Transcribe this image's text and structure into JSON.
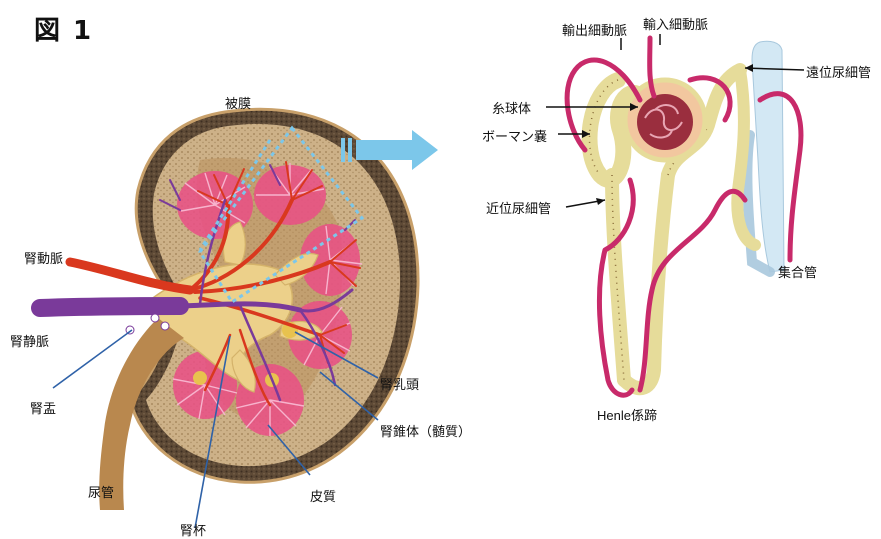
{
  "figure": {
    "title": "図 1"
  },
  "kidney": {
    "labels": {
      "capsule": "被膜",
      "renal_artery": "腎動脈",
      "renal_vein": "腎静脈",
      "renal_pelvis": "腎盂",
      "ureter": "尿管",
      "renal_calyx": "腎杯",
      "cortex": "皮質",
      "renal_papilla": "腎乳頭",
      "renal_pyramid": "腎錐体（髄質）"
    }
  },
  "nephron": {
    "labels": {
      "efferent_arteriole": "輸出細動脈",
      "afferent_arteriole": "輸入細動脈",
      "glomerulus": "糸球体",
      "bowmans_capsule": "ボーマン嚢",
      "distal_tubule": "遠位尿細管",
      "proximal_tubule": "近位尿細管",
      "collecting_duct": "集合管",
      "loop_of_henle": "Henle係蹄"
    }
  },
  "colors": {
    "capsule_brown": "#5a4632",
    "cortex_tan": "#c9ad85",
    "artery_red": "#d9381e",
    "vein_purple": "#7a3a9a",
    "pyramid_pink": "#ea4f86",
    "pelvis_yellow": "#ecd08a",
    "ureter_tan": "#b9884e",
    "highlight_blue": "#7cc7ea",
    "tubule_yellow": "#e6dc9a",
    "vessel_magenta": "#c82a6a",
    "duct_lightblue": "#d3e8f4"
  }
}
